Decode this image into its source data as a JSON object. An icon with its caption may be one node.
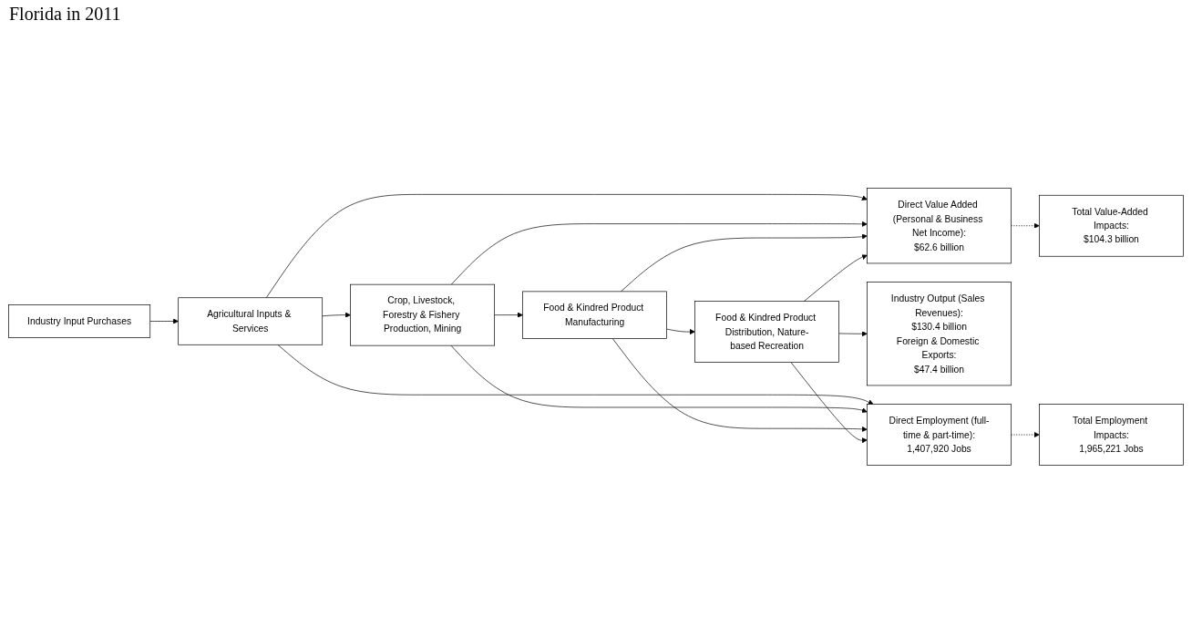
{
  "diagram": {
    "title": "Florida in 2011",
    "nodes": [
      {
        "text": [
          "Direct Value Added (Personal & Business Net Income):",
          "$62.6 billion"
        ]
      },
      {
        "text": [
          "Total Value-Added Impacts:",
          "$104.3 billion"
        ]
      },
      {
        "text": [
          "Industry Input Purchases"
        ]
      },
      {
        "text": [
          "Agricultural Inputs & Services"
        ]
      },
      {
        "text": [
          "Crop, Livestock, Forestry & Fishery Production, Mining"
        ]
      },
      {
        "text": [
          "Food & Kindred Product Manufacturing"
        ]
      },
      {
        "text": [
          "Food & Kindred Product Distribution, Nature-based Recreation"
        ]
      },
      {
        "text": [
          "Industry Output (Sales Revenues):",
          "$130.4 billion",
          "Foreign & Domestic Exports:",
          "$47.4 billion"
        ]
      },
      {
        "text": [
          "Direct Employment (full-time & part-time):",
          "1,407,920 Jobs"
        ]
      },
      {
        "text": [
          "Total Employment Impacts:",
          "1,965,221 Jobs"
        ]
      }
    ],
    "edges": [
      {
        "from": 2,
        "to": 3,
        "arrow": "to"
      },
      {
        "from": 3,
        "to": 4,
        "arrow": "to"
      },
      {
        "from": 4,
        "to": 5,
        "arrow": "to"
      },
      {
        "from": 5,
        "to": 6,
        "arrow": "to"
      },
      {
        "from": 6,
        "to": 7,
        "arrow": "to"
      },
      {
        "from": 3,
        "to": 0,
        "arrow": "to"
      },
      {
        "from": 4,
        "to": 0,
        "arrow": "to"
      },
      {
        "from": 5,
        "to": 0,
        "arrow": "to"
      },
      {
        "from": 6,
        "to": 0,
        "arrow": "to"
      },
      {
        "from": 3,
        "to": 8,
        "arrow": "to"
      },
      {
        "from": 4,
        "to": 8,
        "arrow": "to"
      },
      {
        "from": 5,
        "to": 8,
        "arrow": "to"
      },
      {
        "from": 6,
        "to": 8,
        "arrow": "to"
      },
      {
        "from": 0,
        "to": 1,
        "arrow": "to",
        "style": "dashed"
      },
      {
        "from": 8,
        "to": 9,
        "arrow": "to",
        "style": "dashed"
      }
    ]
  }
}
